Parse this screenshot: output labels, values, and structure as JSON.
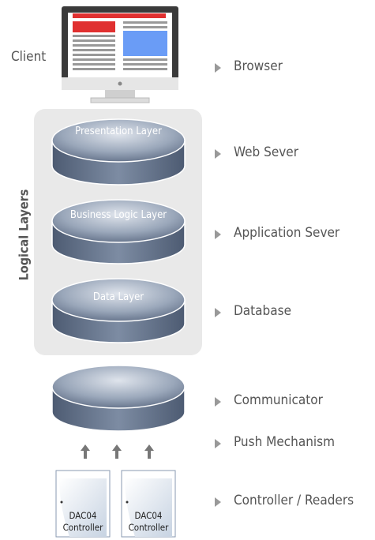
{
  "client_label": "Client",
  "vertical_label": "Logical Layers",
  "layers": [
    {
      "label": "Presentation Layer",
      "side_label": "Web Sever"
    },
    {
      "label": "Business Logic Layer",
      "side_label": "Application Sever"
    },
    {
      "label": "Data Layer",
      "side_label": "Database"
    }
  ],
  "browser_label": "Browser",
  "communicator_label": "Communicator",
  "push_label": "Push Mechanism",
  "controllers_label": "Controller / Readers",
  "controllers": [
    {
      "line1": "DAC04",
      "line2": "Controller"
    },
    {
      "line1": "DAC04",
      "line2": "Controller"
    }
  ],
  "colors": {
    "cylinder": "#5a6b83",
    "panel": "#e9e9e9",
    "screen_red": "#e03030",
    "screen_blue": "#6a9cf6"
  }
}
